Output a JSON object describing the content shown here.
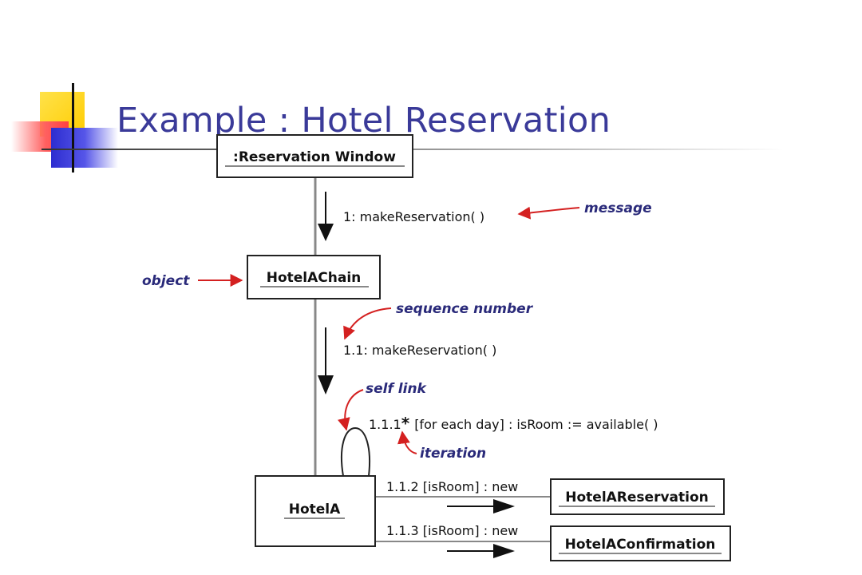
{
  "slide": {
    "title": "Example : Hotel Reservation",
    "colors": {
      "title": "#3a3a99",
      "accent_yellow": "#ffd200",
      "accent_red": "#ff6060",
      "accent_blue": "#3a3ad8"
    }
  },
  "diagram": {
    "objects": [
      {
        "id": "reservation_window",
        "label": ":Reservation Window"
      },
      {
        "id": "hotel_a_chain",
        "label": "HotelAChain"
      },
      {
        "id": "hotel_a",
        "label": "HotelA"
      },
      {
        "id": "hotel_a_reservation",
        "label": "HotelAReservation"
      },
      {
        "id": "hotel_a_confirmation",
        "label": "HotelAConfirmation"
      }
    ],
    "messages": [
      {
        "id": "m1",
        "text": "1: makeReservation( )"
      },
      {
        "id": "m11",
        "text": "1.1: makeReservation( )"
      },
      {
        "id": "m111_num",
        "text": "1.1.1"
      },
      {
        "id": "m111_star",
        "text": "*"
      },
      {
        "id": "m111_rest",
        "text": "[for each day] : isRoom := available( )"
      },
      {
        "id": "m112",
        "text": "1.1.2 [isRoom] : new"
      },
      {
        "id": "m113",
        "text": "1.1.3 [isRoom] : new"
      }
    ],
    "annotations": [
      {
        "id": "message",
        "text": "message"
      },
      {
        "id": "object",
        "text": "object"
      },
      {
        "id": "sequence_number",
        "text": "sequence number"
      },
      {
        "id": "self_link",
        "text": "self link"
      },
      {
        "id": "iteration",
        "text": "iteration"
      }
    ],
    "colors": {
      "annotation_text": "#2a2a7a",
      "annotation_arrow": "#d42020",
      "line": "#888888",
      "box": "#222222"
    }
  }
}
